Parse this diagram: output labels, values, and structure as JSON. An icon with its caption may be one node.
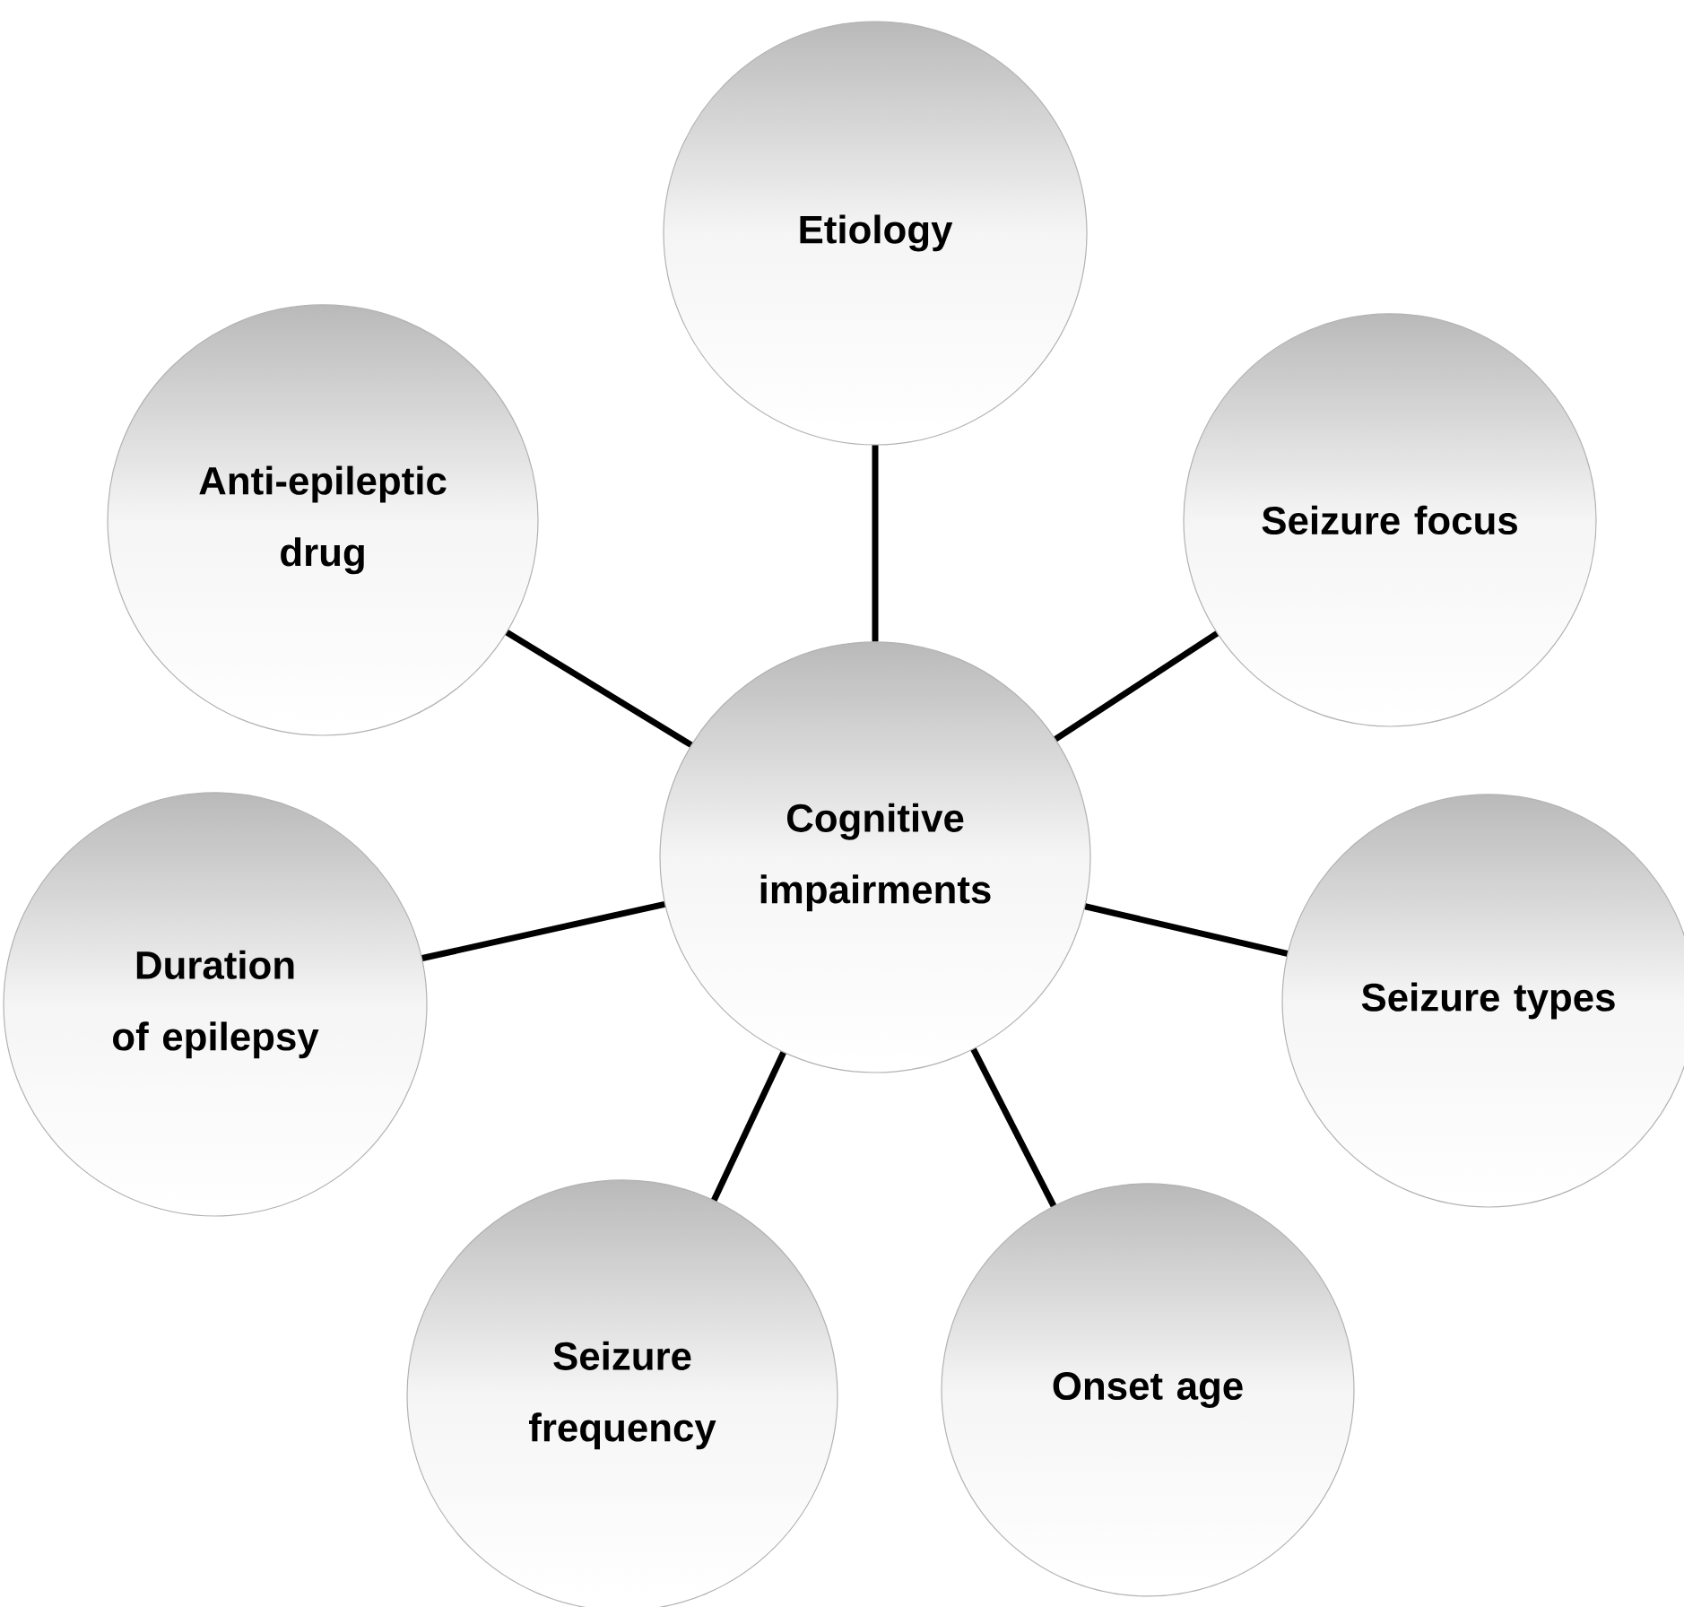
{
  "diagram": {
    "nodes": [
      {
        "text": [
          "Cognitive impairments"
        ]
      },
      {
        "text": [
          "Etiology"
        ]
      },
      {
        "text": [
          "Seizure focus"
        ]
      },
      {
        "text": [
          "Seizure types"
        ]
      },
      {
        "text": [
          "Onset age"
        ]
      },
      {
        "text": [
          "Seizure frequency"
        ]
      },
      {
        "text": [
          "Duration of epilepsy"
        ]
      },
      {
        "text": [
          "Anti-epileptic drug"
        ]
      }
    ],
    "edges": [
      {
        "from": 0,
        "to": 1,
        "arrow": "none"
      },
      {
        "from": 0,
        "to": 2,
        "arrow": "none"
      },
      {
        "from": 0,
        "to": 3,
        "arrow": "none"
      },
      {
        "from": 0,
        "to": 4,
        "arrow": "none"
      },
      {
        "from": 0,
        "to": 5,
        "arrow": "none"
      },
      {
        "from": 0,
        "to": 6,
        "arrow": "none"
      },
      {
        "from": 0,
        "to": 7,
        "arrow": "none"
      }
    ]
  }
}
